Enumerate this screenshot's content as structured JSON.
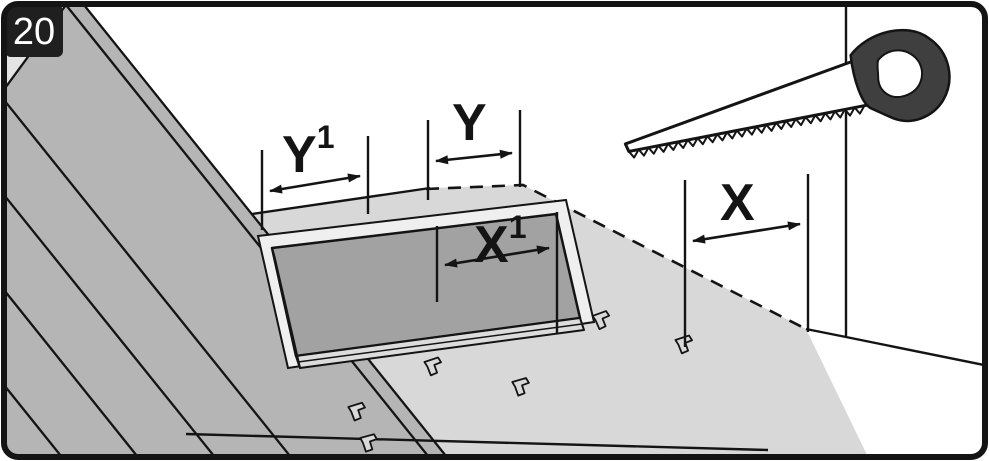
{
  "step_badge": {
    "number": "20"
  },
  "measurements": {
    "y1": {
      "base": "Y",
      "sup": "1"
    },
    "y": {
      "base": "Y"
    },
    "x1": {
      "base": "X",
      "sup": "1"
    },
    "x": {
      "base": "X"
    }
  },
  "diagram": {
    "description": "Perspective view of floor installation step: installed planks, underlay, loose panel to be measured and cut, dashed expansion-gap line at the wall, mounting clips, and a handsaw.",
    "icons": {
      "saw": "handsaw-icon",
      "clip": "mounting-clip-icon"
    },
    "colors": {
      "outline": "#141414",
      "plank": "#b5b5b5",
      "underlay": "#d8d8d8",
      "panel": "#a2a2a2",
      "sheet": "#efefef",
      "corner": "#e4e4e4",
      "edge_band": "#dcdcdc",
      "saw_handle": "#3f3f3f",
      "badge_bg": "#1f1f1f",
      "badge_text": "#ffffff"
    }
  }
}
